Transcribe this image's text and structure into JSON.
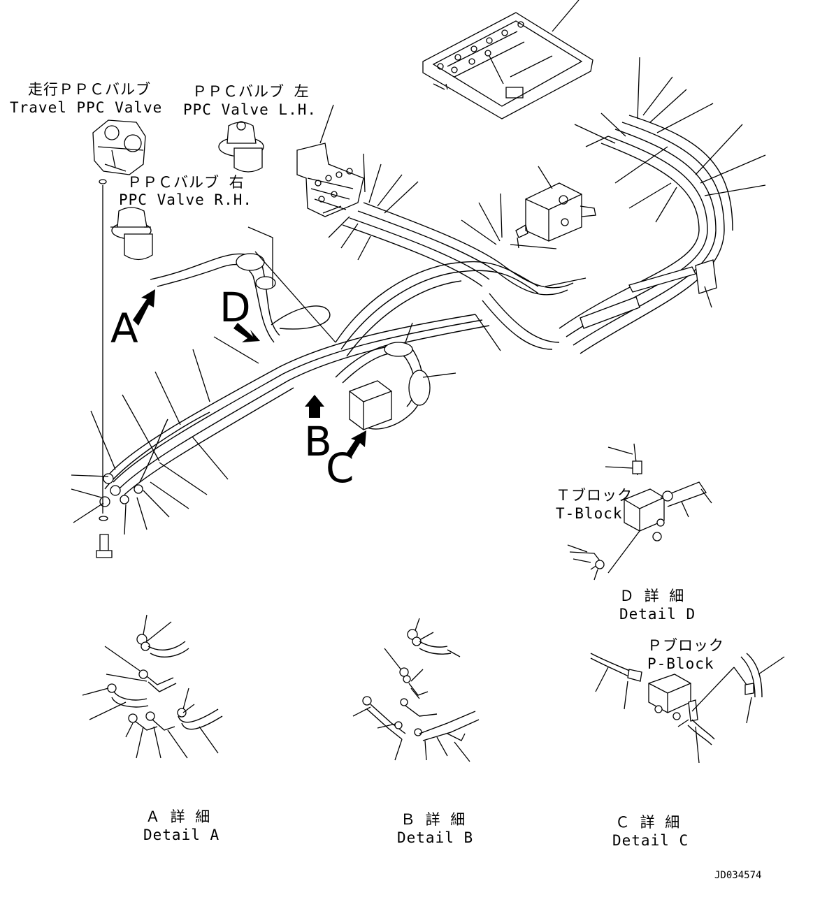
{
  "labels": {
    "travel_ppc_jp": "走行ＰＰＣバルブ",
    "travel_ppc_en": "Travel PPC Valve",
    "ppc_left_jp": "ＰＰＣバルブ 左",
    "ppc_left_en": "PPC Valve L.H.",
    "ppc_right_jp": "ＰＰＣバルブ 右",
    "ppc_right_en": "PPC Valve R.H.",
    "t_block_jp": "Ｔブロック",
    "t_block_en": "T-Block",
    "p_block_jp": "Ｐブロック",
    "p_block_en": "P-Block",
    "detail_a_jp": "Ａ 詳 細",
    "detail_a_en": "Detail A",
    "detail_b_jp": "Ｂ 詳 細",
    "detail_b_en": "Detail B",
    "detail_c_jp": "Ｃ 詳 細",
    "detail_c_en": "Detail C",
    "detail_d_jp": "Ｄ 詳 細",
    "detail_d_en": "Detail D"
  },
  "view_letters": {
    "a": "A",
    "b": "B",
    "c": "C",
    "d": "D"
  },
  "drawing_code": "JD034574"
}
